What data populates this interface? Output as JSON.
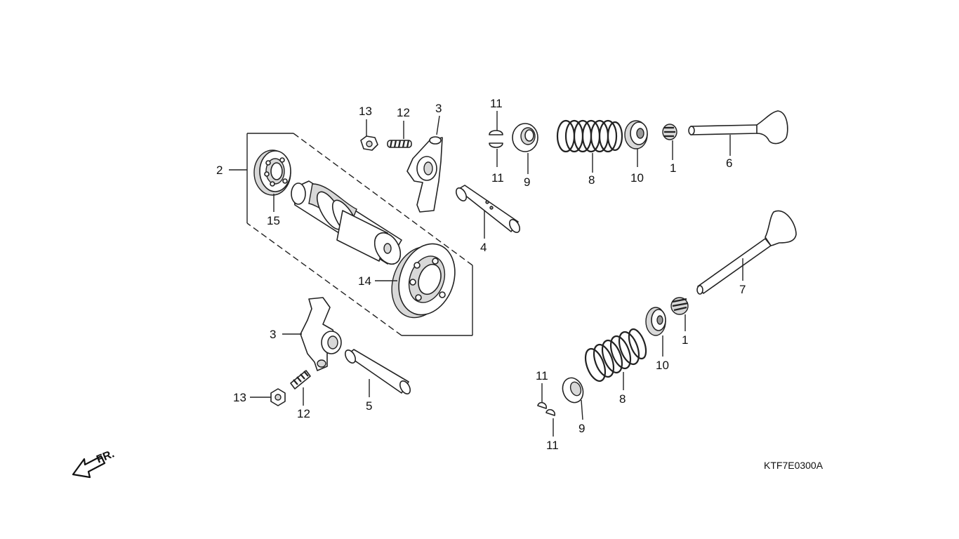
{
  "diagram": {
    "reference_code": "KTF7E0300A",
    "direction_label": "FR.",
    "callouts": [
      "13",
      "12",
      "3",
      "11",
      "11",
      "9",
      "8",
      "10",
      "1",
      "6",
      "2",
      "15",
      "4",
      "14",
      "7",
      "3",
      "13",
      "12",
      "5",
      "1",
      "10",
      "8",
      "11",
      "9",
      "11"
    ]
  }
}
